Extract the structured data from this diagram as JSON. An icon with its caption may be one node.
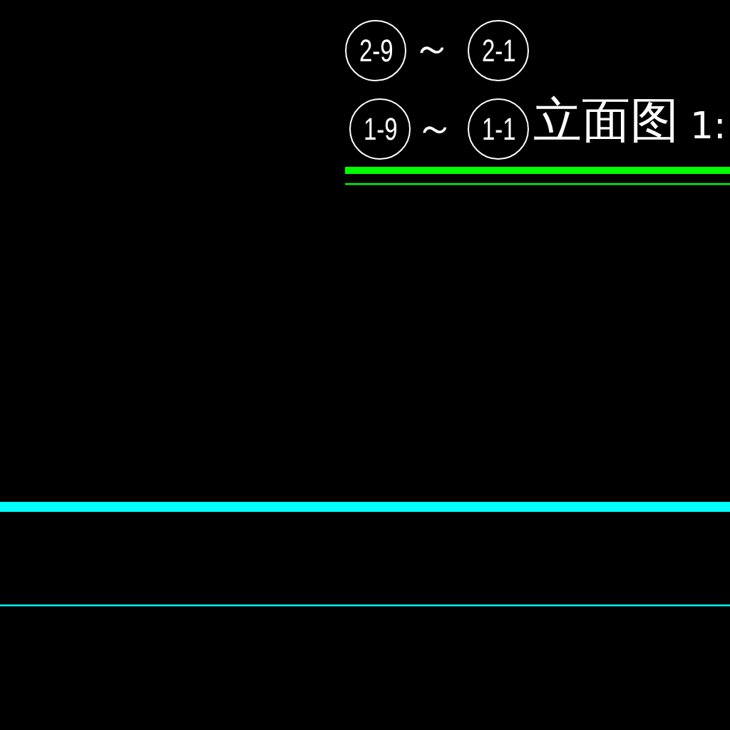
{
  "diagram": {
    "nodes": [
      {
        "text": [
          "2-9"
        ]
      },
      {
        "text": [
          "2-1"
        ]
      },
      {
        "text": [
          "1-9"
        ]
      },
      {
        "text": [
          "1-1"
        ]
      }
    ],
    "labels": [
      "～",
      "～",
      "立面图",
      "1:"
    ]
  }
}
